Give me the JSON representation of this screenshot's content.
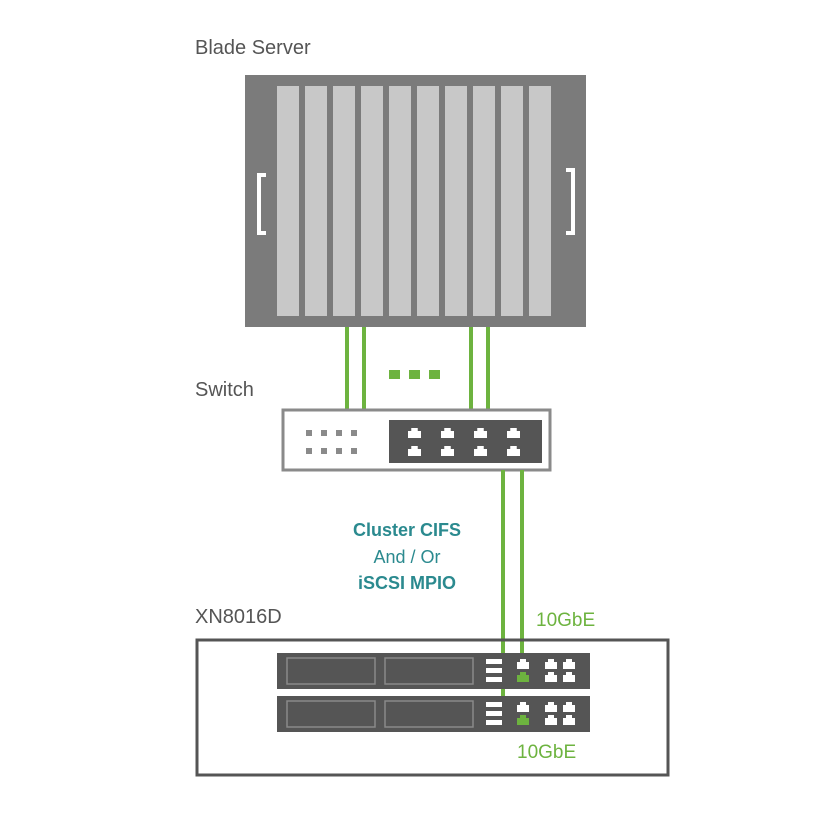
{
  "labels": {
    "blade_server": "Blade Server",
    "switch": "Switch",
    "storage": "XN8016D"
  },
  "protocol": {
    "line1": "Cluster CIFS",
    "line2": "And / Or",
    "line3": "iSCSI MPIO"
  },
  "links": {
    "upper_speed": "10GbE",
    "lower_speed": "10GbE"
  },
  "colors": {
    "link_green": "#6db33f",
    "protocol_teal": "#2b8a8f",
    "chassis_gray": "#7b7b7b",
    "blade_gray": "#c8c8c8",
    "switch_dark": "#555555"
  },
  "blade_count": 10,
  "switch_ports": 8,
  "switch_leds": 8,
  "nas_units": 2
}
